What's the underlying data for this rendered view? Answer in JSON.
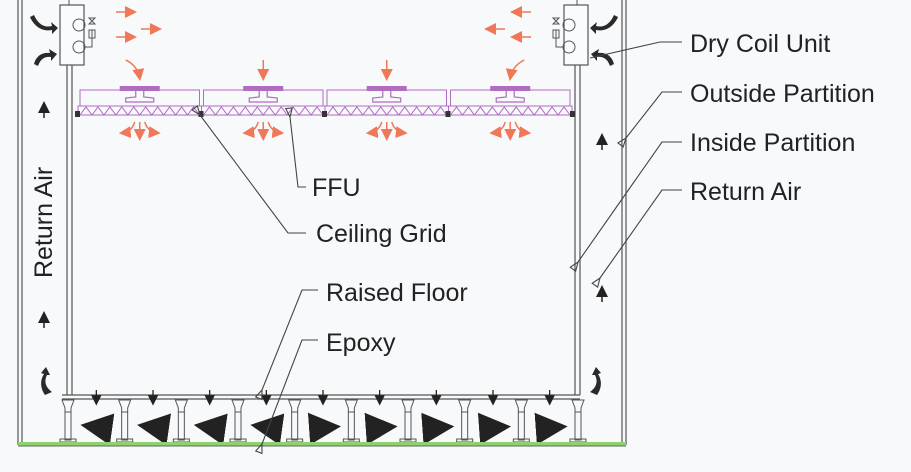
{
  "diagram": {
    "title": "Cleanroom cross-section with FFU ceiling and raised floor return air",
    "colors": {
      "background": "#f7f9fb",
      "structure": "#555555",
      "ffu": "#b06cc0",
      "supply_arrow": "#f07858",
      "return_arrow": "#333333",
      "epoxy": "#8dd36a",
      "label_text": "#222222"
    },
    "labels": {
      "dry_coil_unit": "Dry Coil Unit",
      "outside_partition": "Outside Partition",
      "inside_partition": "Inside Partition",
      "return_air_right": "Return Air",
      "ffu": "FFU",
      "ceiling_grid": "Ceiling Grid",
      "raised_floor": "Raised Floor",
      "epoxy": "Epoxy",
      "return_air_left": "Return Air"
    },
    "ffu_count": 4,
    "pedestal_count": 10
  }
}
